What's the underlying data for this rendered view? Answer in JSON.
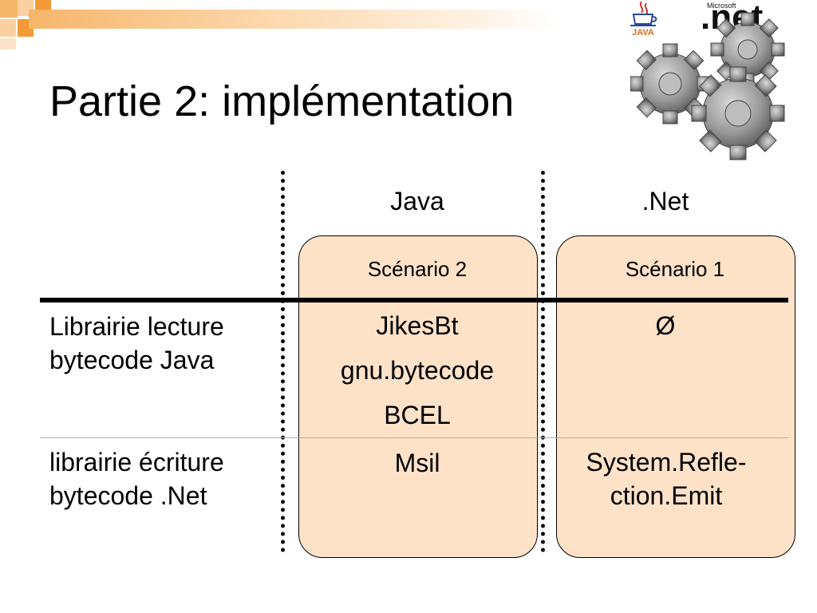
{
  "slide": {
    "title": "Partie 2: implémentation"
  },
  "logos": {
    "java_label": "JAVA",
    "ms_label": "Microsoft",
    "net_label": ".net"
  },
  "columns": {
    "java": {
      "header": "Java",
      "scenario": "Scénario 2"
    },
    "net": {
      "header": ".Net",
      "scenario": "Scénario 1"
    }
  },
  "rows": [
    {
      "label_lines": [
        "Librairie lecture",
        "bytecode Java"
      ],
      "java": [
        "JikesBt",
        "gnu.bytecode",
        "BCEL"
      ],
      "net": [
        "Ø"
      ]
    },
    {
      "label_lines": [
        "librairie écriture",
        "bytecode .Net"
      ],
      "java": [
        "Msil"
      ],
      "net": [
        "System.Refle-",
        "ction.Emit"
      ]
    }
  ],
  "colors": {
    "accent_orange": "#f6b66a",
    "column_fill": "#fde2c8",
    "gear_gray": "#8c8c8c"
  }
}
